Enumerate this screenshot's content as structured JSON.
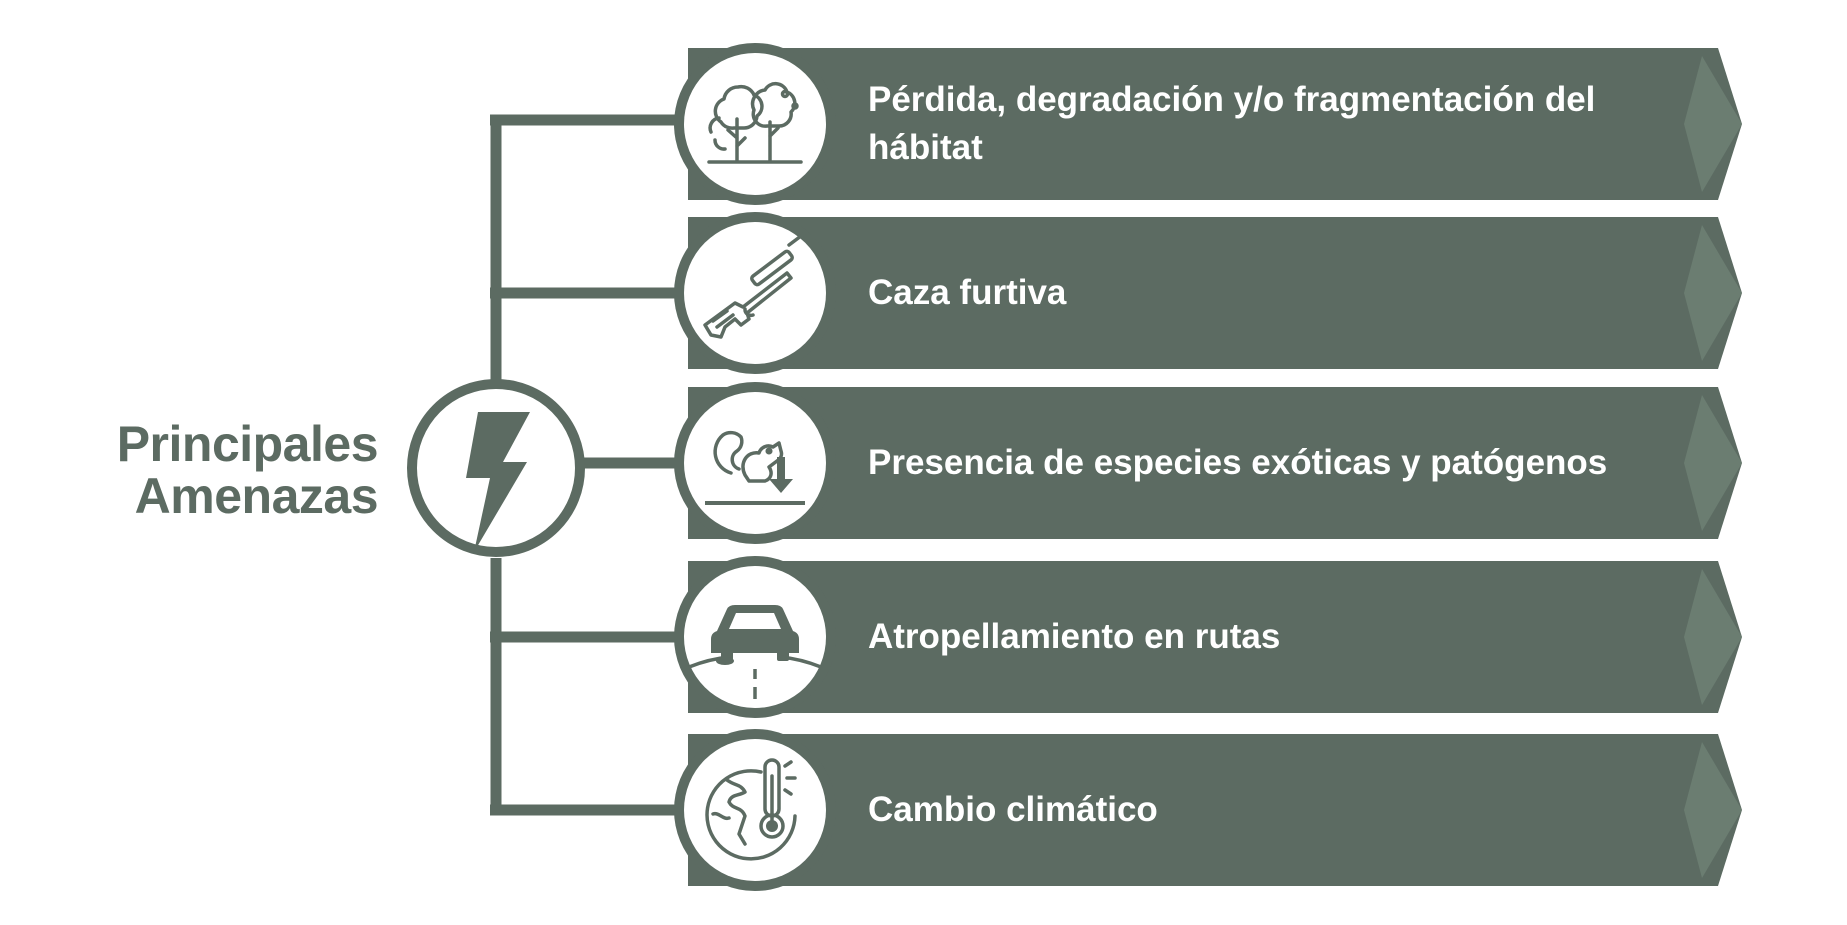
{
  "title": {
    "line1": "Principales",
    "line2": "Amenazas"
  },
  "colors": {
    "primary": "#5c6b62",
    "chevron": "#6b7d71",
    "background": "#ffffff"
  },
  "center_icon": "lightning-bolt-icon",
  "threats": [
    {
      "label": "Pérdida, degradación y/o fragmentación del hábitat",
      "icon": "trees-icon"
    },
    {
      "label": "Caza furtiva",
      "icon": "rifle-icon"
    },
    {
      "label": "Presencia de especies exóticas y patógenos",
      "icon": "squirrel-icon"
    },
    {
      "label": "Atropellamiento en rutas",
      "icon": "car-on-road-icon"
    },
    {
      "label": "Cambio climático",
      "icon": "globe-thermometer-icon"
    }
  ]
}
